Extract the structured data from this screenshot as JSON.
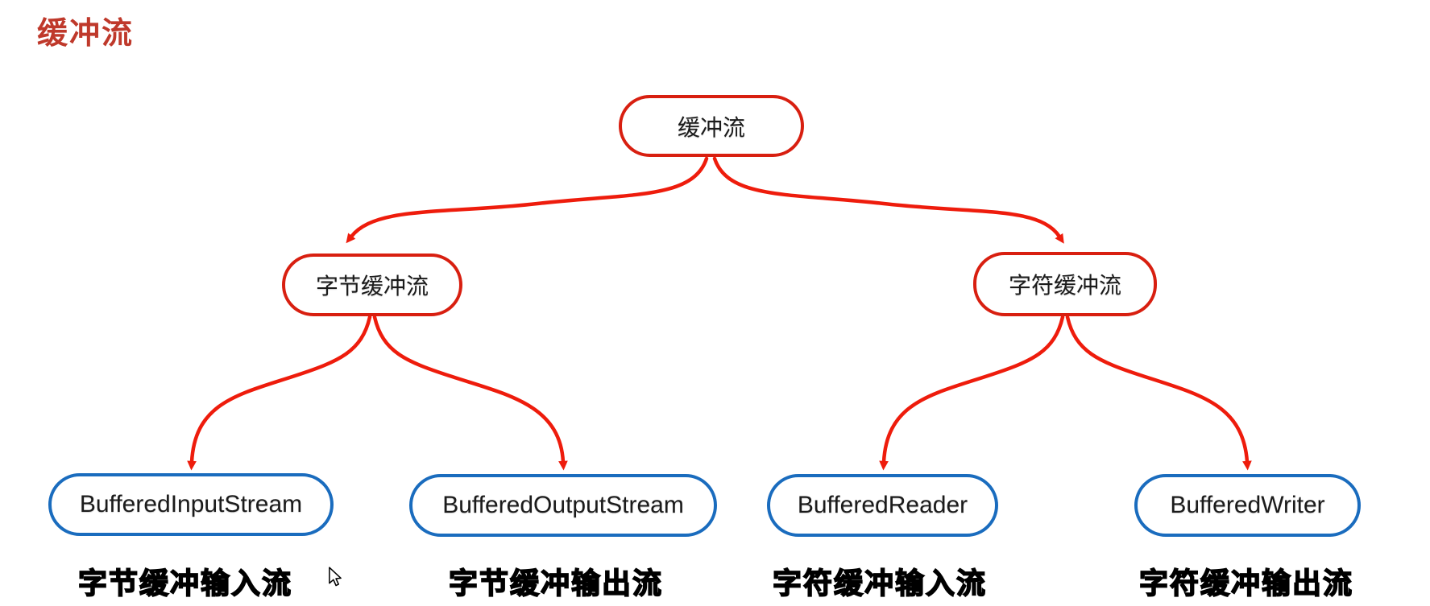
{
  "title": {
    "text": "缓冲流"
  },
  "colors": {
    "background": "#ffffff",
    "title_red": "#bf392b",
    "node_border_red": "#d81f10",
    "node_border_blue": "#1a6cbe",
    "arrow_red": "#ee1c0c",
    "node_text": "#1b1b1b",
    "caption_text": "#000000"
  },
  "tree": {
    "root": {
      "label": "缓冲流"
    },
    "children": [
      {
        "label": "字节缓冲流"
      },
      {
        "label": "字符缓冲流"
      }
    ],
    "leaves": [
      {
        "class_name": "BufferedInputStream",
        "caption": "字节缓冲输入流"
      },
      {
        "class_name": "BufferedOutputStream",
        "caption": "字节缓冲输出流"
      },
      {
        "class_name": "BufferedReader",
        "caption": "字符缓冲输入流"
      },
      {
        "class_name": "BufferedWriter",
        "caption": "字符缓冲输出流"
      }
    ]
  },
  "cursor": {
    "icon": "arrow-pointer"
  }
}
